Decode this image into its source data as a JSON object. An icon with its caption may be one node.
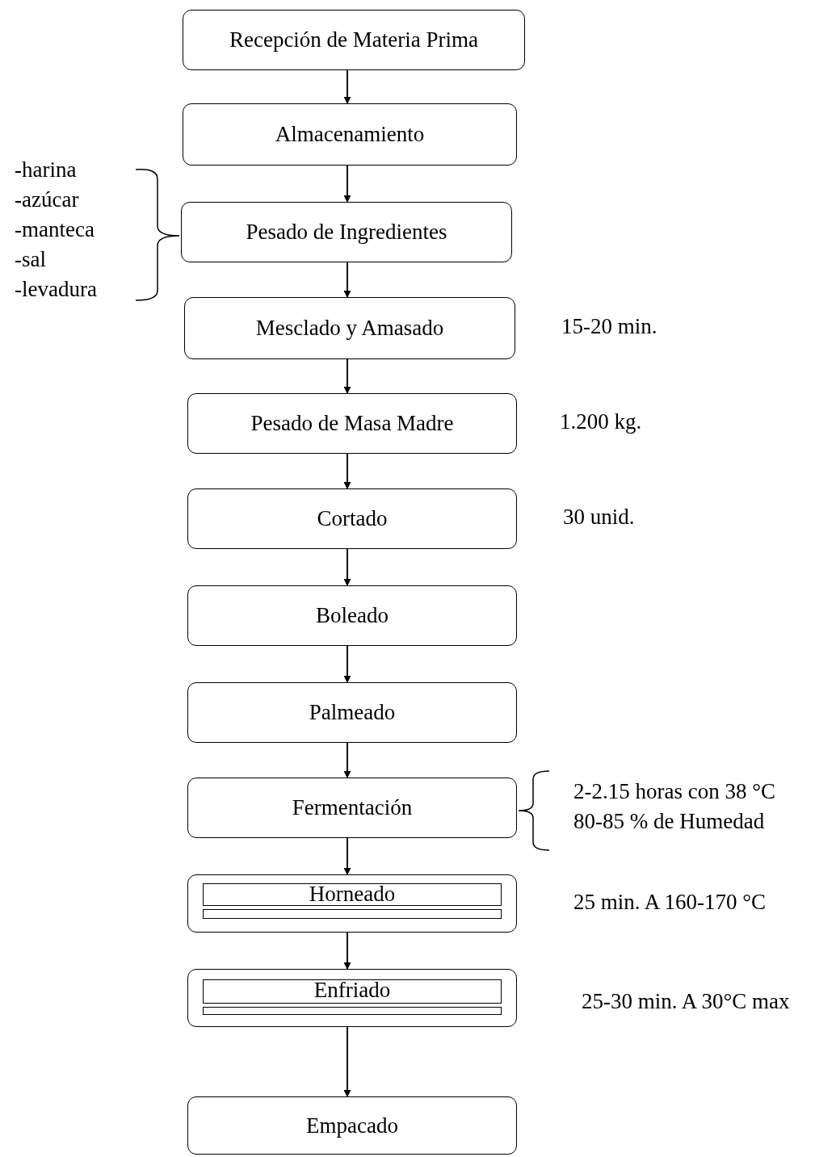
{
  "diagram": {
    "nodes": [
      {
        "text": [
          "Recepción de Materia Prima"
        ]
      },
      {
        "text": [
          "Almacenamiento"
        ]
      },
      {
        "text": [
          "Pesado de Ingredientes"
        ],
        "beside": [
          "-harina",
          "-azúcar",
          "-manteca",
          "-sal",
          "-levadura"
        ]
      },
      {
        "text": [
          "Mesclado y Amasado"
        ],
        "beside": [
          "15-20 min."
        ]
      },
      {
        "text": [
          "Pesado de Masa Madre"
        ],
        "beside": [
          "1.200 kg."
        ]
      },
      {
        "text": [
          "Cortado"
        ],
        "beside": [
          "30 unid."
        ]
      },
      {
        "text": [
          "Boleado"
        ]
      },
      {
        "text": [
          "Palmeado"
        ]
      },
      {
        "text": [
          "Fermentación"
        ],
        "beside": [
          "2-2.15 horas con 38 °C",
          "80-85 % de Humedad"
        ]
      },
      {
        "text": [
          "Horneado"
        ],
        "beside": [
          "25 min. A 160-170 °C"
        ]
      },
      {
        "text": [
          "Enfriado"
        ],
        "beside": [
          "25-30 min. A 30°C max"
        ]
      },
      {
        "text": [
          "Empacado"
        ]
      }
    ],
    "edges": [
      {
        "from": 0,
        "to": 1,
        "arrow": "to"
      },
      {
        "from": 1,
        "to": 2,
        "arrow": "to"
      },
      {
        "from": 2,
        "to": 3,
        "arrow": "to"
      },
      {
        "from": 3,
        "to": 4,
        "arrow": "to"
      },
      {
        "from": 4,
        "to": 5,
        "arrow": "to"
      },
      {
        "from": 5,
        "to": 6,
        "arrow": "to"
      },
      {
        "from": 6,
        "to": 7,
        "arrow": "to"
      },
      {
        "from": 7,
        "to": 8,
        "arrow": "to"
      },
      {
        "from": 8,
        "to": 9,
        "arrow": "to"
      },
      {
        "from": 9,
        "to": 10,
        "arrow": "to"
      },
      {
        "from": 10,
        "to": 11,
        "arrow": "to"
      }
    ]
  }
}
